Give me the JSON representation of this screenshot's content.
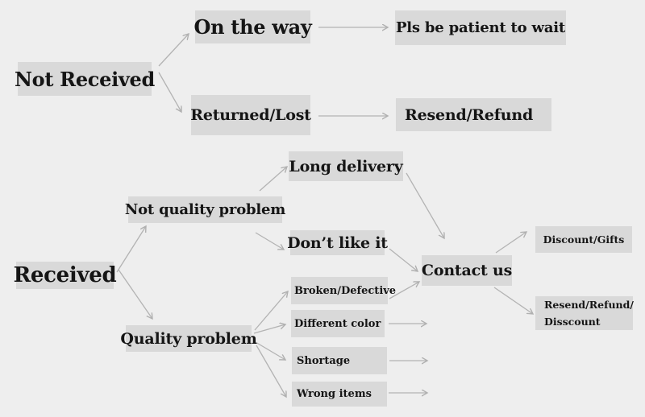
{
  "diagram": {
    "description": "Customer service decision flowchart for received / not received orders",
    "colors": {
      "background": "#eeeeee",
      "node_fill": "#d9d9d9",
      "text": "#151515",
      "arrow": "#b0b0b0"
    },
    "nodes": {
      "not_received": {
        "label": "Not Received"
      },
      "on_the_way": {
        "label": "On the way"
      },
      "pls_wait": {
        "label": "Pls be patient to wait"
      },
      "returned_lost": {
        "label": "Returned/Lost"
      },
      "resend_refund": {
        "label": "Resend/Refund"
      },
      "received": {
        "label": "Received"
      },
      "not_quality_problem": {
        "label": "Not quality problem"
      },
      "long_delivery": {
        "label": "Long delivery"
      },
      "dont_like_it": {
        "label": "Don’t like it"
      },
      "quality_problem": {
        "label": "Quality problem"
      },
      "broken_defective": {
        "label": "Broken/Defective"
      },
      "different_color": {
        "label": "Different color"
      },
      "shortage": {
        "label": "Shortage"
      },
      "wrong_items": {
        "label": "Wrong items"
      },
      "contact_us": {
        "label": "Contact us"
      },
      "discount_gifts": {
        "label": "Discount/Gifts"
      },
      "resend_refund_discount": {
        "line1": "Resend/Refund/",
        "line2": "Disscount"
      }
    },
    "edges": [
      {
        "from": "not_received",
        "to": "on_the_way"
      },
      {
        "from": "not_received",
        "to": "returned_lost"
      },
      {
        "from": "on_the_way",
        "to": "pls_wait"
      },
      {
        "from": "returned_lost",
        "to": "resend_refund"
      },
      {
        "from": "received",
        "to": "not_quality_problem"
      },
      {
        "from": "received",
        "to": "quality_problem"
      },
      {
        "from": "not_quality_problem",
        "to": "long_delivery"
      },
      {
        "from": "not_quality_problem",
        "to": "dont_like_it"
      },
      {
        "from": "long_delivery",
        "to": "contact_us"
      },
      {
        "from": "dont_like_it",
        "to": "contact_us"
      },
      {
        "from": "quality_problem",
        "to": "broken_defective"
      },
      {
        "from": "quality_problem",
        "to": "different_color"
      },
      {
        "from": "quality_problem",
        "to": "shortage"
      },
      {
        "from": "quality_problem",
        "to": "wrong_items"
      },
      {
        "from": "broken_defective",
        "to": "contact_us"
      },
      {
        "from": "different_color",
        "to": "contact_us"
      },
      {
        "from": "shortage",
        "to": "contact_us"
      },
      {
        "from": "wrong_items",
        "to": "contact_us"
      },
      {
        "from": "contact_us",
        "to": "discount_gifts"
      },
      {
        "from": "contact_us",
        "to": "resend_refund_discount"
      }
    ]
  }
}
